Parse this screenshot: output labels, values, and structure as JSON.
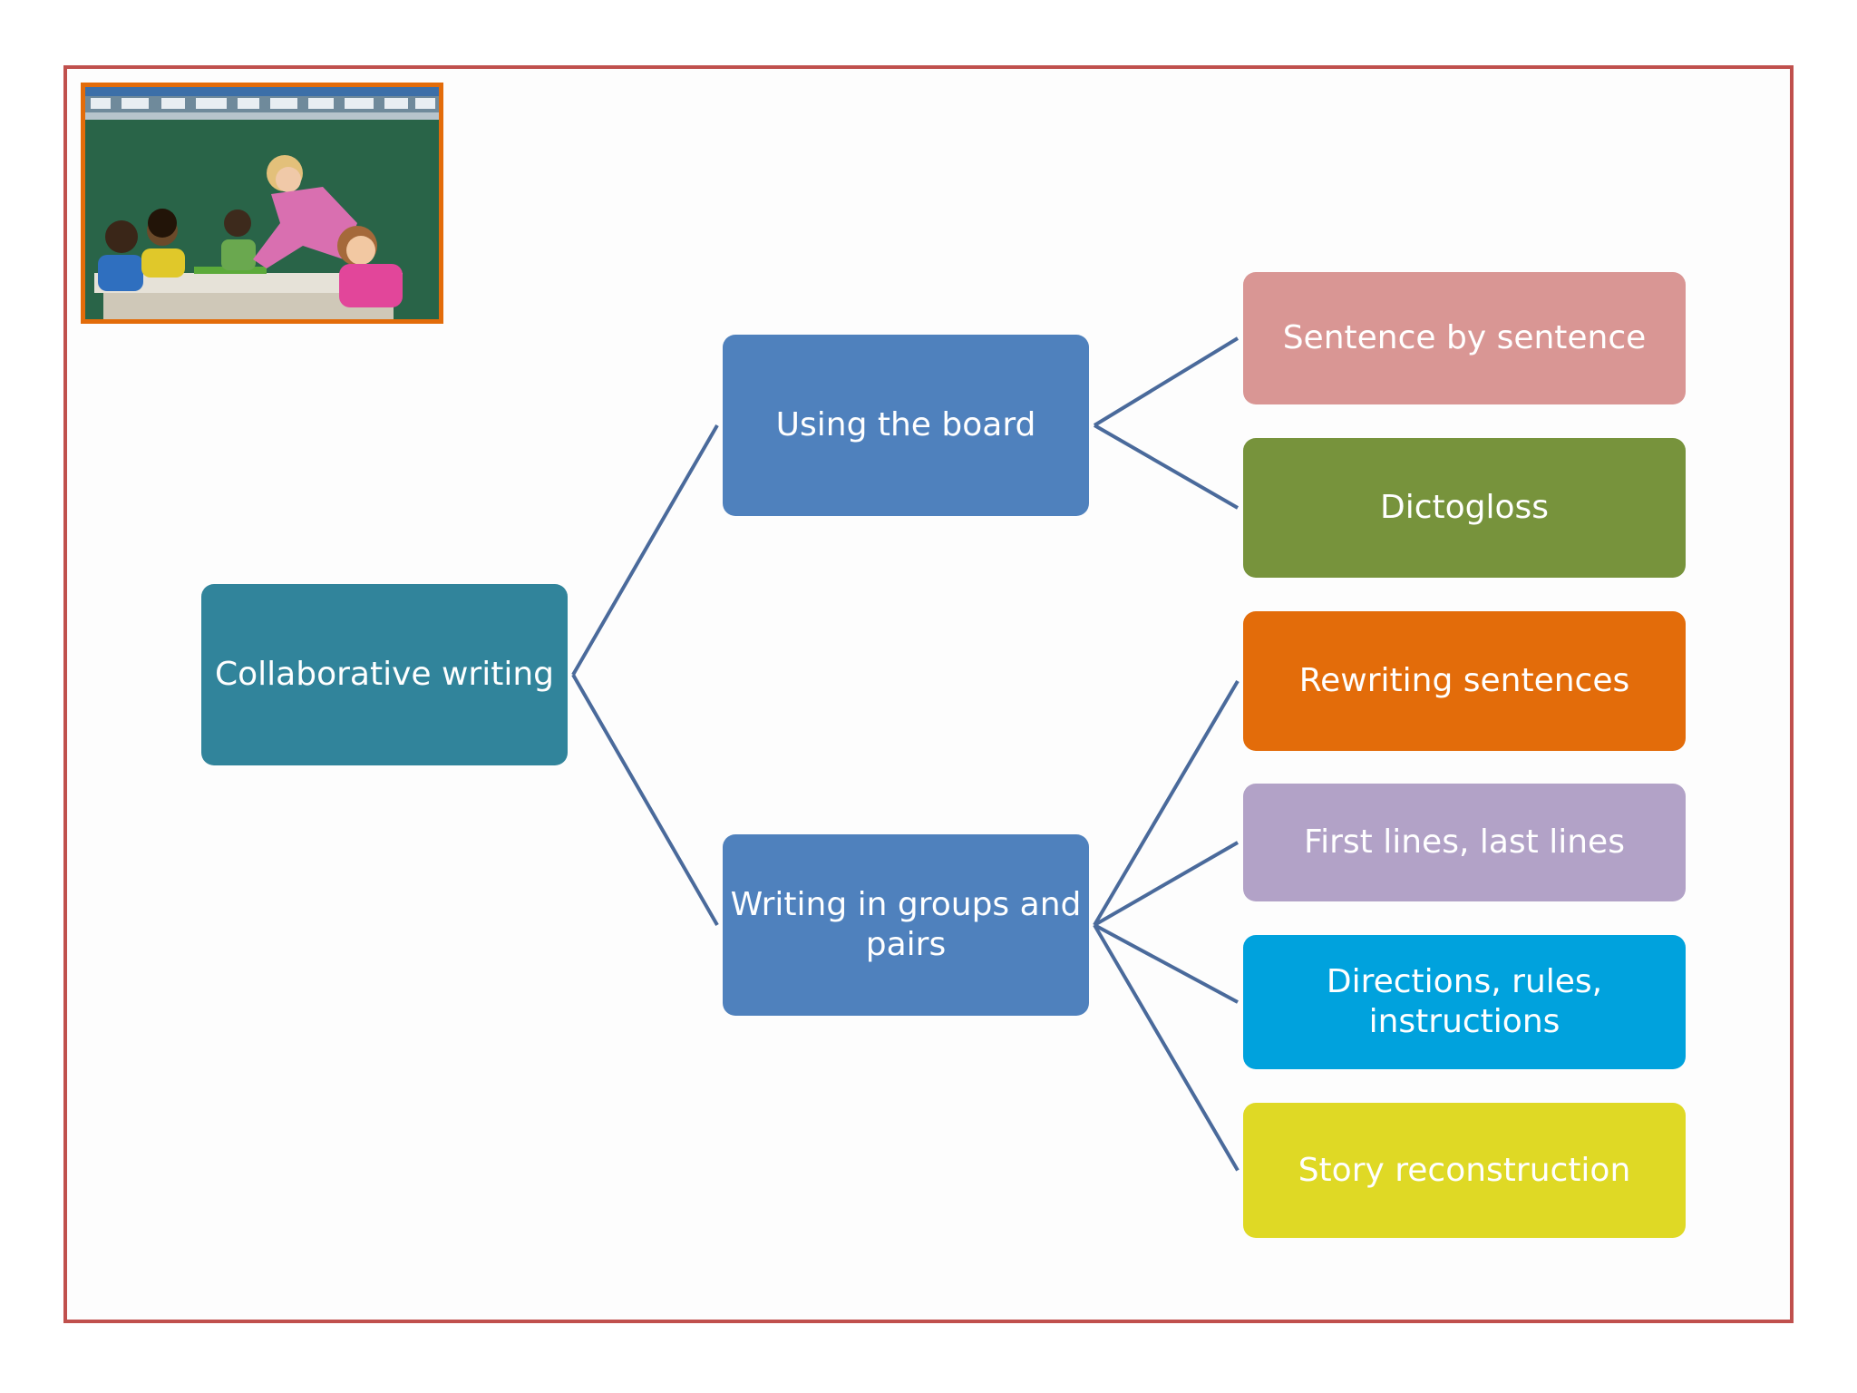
{
  "diagram": {
    "root": {
      "label": "Collaborative writing",
      "color": "#31849b"
    },
    "branches": [
      {
        "label": "Using the board",
        "color": "#4f81bd",
        "children": [
          {
            "label": "Sentence by sentence",
            "color": "#d99694"
          },
          {
            "label": "Dictogloss",
            "color": "#77933c"
          }
        ]
      },
      {
        "label": "Writing in groups and pairs",
        "color": "#4f81bd",
        "children": [
          {
            "label": "Rewriting sentences",
            "color": "#e36c0a"
          },
          {
            "label": "First lines, last lines",
            "color": "#b2a2c7"
          },
          {
            "label": "Directions, rules, instructions",
            "color": "#00a2dd"
          },
          {
            "label": "Story reconstruction",
            "color": "#dfd925"
          }
        ]
      }
    ],
    "connector_color": "#4a6a9b"
  },
  "frame": {
    "border_color": "#c0504d"
  },
  "photo": {
    "subject": "teacher-with-students-photo",
    "border_color": "#e36c0a"
  }
}
